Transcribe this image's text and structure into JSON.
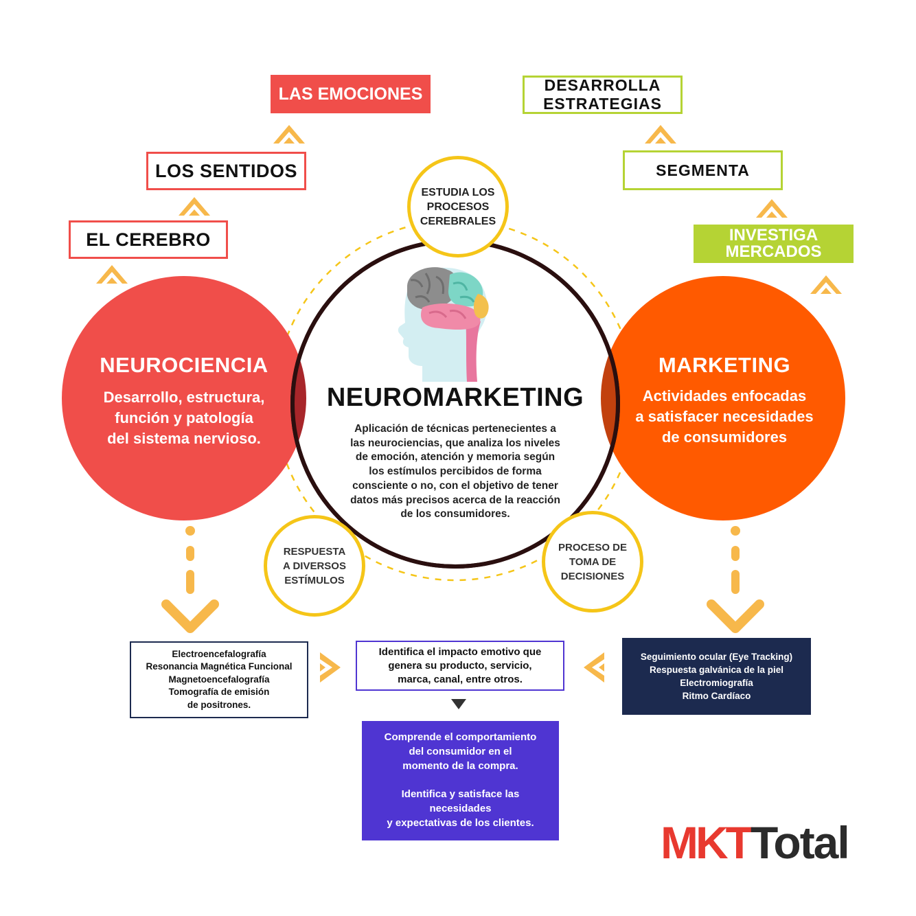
{
  "left_chain": {
    "box1": "EL CEREBRO",
    "box2": "LOS SENTIDOS",
    "box3": "LAS EMOCIONES"
  },
  "right_chain": {
    "box1": [
      "INVESTIGA",
      "MERCADOS"
    ],
    "box2": "SEGMENTA",
    "box3": [
      "DESARROLLA",
      "ESTRATEGIAS"
    ]
  },
  "neurociencia": {
    "title": "NEUROCIENCIA",
    "lines": [
      "Desarrollo, estructura,",
      "función y patología",
      "del sistema nervioso."
    ]
  },
  "marketing": {
    "title": "MARKETING",
    "lines": [
      "Actividades enfocadas",
      "a satisfacer necesidades",
      "de consumidores"
    ]
  },
  "center": {
    "title": "NEUROMARKETING",
    "lines": [
      "Aplicación de técnicas pertenecientes a",
      "las neurociencias, que analiza los niveles",
      "de emoción, atención y memoria según",
      "los estímulos percibidos de forma",
      "consciente o no, con el objetivo de tener",
      "datos más precisos acerca de la reacción",
      "de los consumidores."
    ]
  },
  "satellites": {
    "top": [
      "ESTUDIA LOS",
      "PROCESOS",
      "CEREBRALES"
    ],
    "left": [
      "RESPUESTA",
      "A DIVERSOS",
      "ESTÍMULOS"
    ],
    "right": [
      "PROCESO DE",
      "TOMA DE",
      "DECISIONES"
    ]
  },
  "bottom": {
    "left_box": [
      "Electroencefalografía",
      "Resonancia Magnética Funcional",
      "Magnetoencefalografía",
      "Tomografía de emisión",
      "de positrones."
    ],
    "center_box": [
      "Identifica el impacto emotivo que",
      "genera su producto, servicio,",
      "marca, canal, entre otros."
    ],
    "right_box": [
      "Seguimiento ocular (Eye Tracking)",
      "Respuesta galvánica de la piel",
      "Electromiografía",
      "Ritmo Cardíaco"
    ],
    "result_box": [
      "Comprende el comportamiento",
      "del consumidor en el",
      "momento de la compra.",
      "",
      "Identifica y satisface las",
      "necesidades",
      "y expectativas de los clientes."
    ]
  },
  "logo": {
    "part1": "MKT",
    "part2": "Total"
  },
  "colors": {
    "red": "#f04e4a",
    "orange": "#ff5a00",
    "green": "#b5d334",
    "yellow": "#f5c518",
    "arrow": "#f7b84b",
    "navy": "#1c2a4f",
    "purple": "#4f35d2",
    "dark_ring": "#2a0f0f"
  },
  "icons": {
    "chevron_up": "chevron-up-icon",
    "chevron_right": "chevron-right-icon",
    "chevron_left": "chevron-left-icon",
    "arrow_down": "arrow-down-icon",
    "head": "brain-head-icon"
  }
}
